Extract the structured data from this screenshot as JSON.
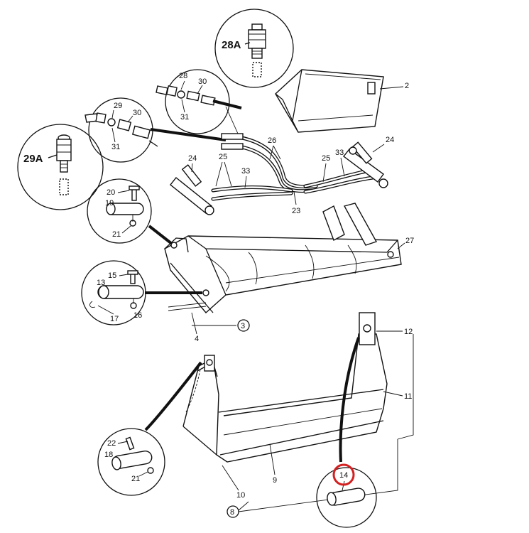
{
  "callouts": {
    "c28A": "28A",
    "c29A": "29A",
    "c2": "2",
    "c28": "28",
    "c30a": "30",
    "c31a": "31",
    "c29": "29",
    "c30b": "30",
    "c31b": "31",
    "c26": "26",
    "c24a": "24",
    "c24b": "24",
    "c25a": "25",
    "c25b": "25",
    "c33a": "33",
    "c33b": "33",
    "c23": "23",
    "c20": "20",
    "c19": "19",
    "c21a": "21",
    "c27": "27",
    "c15": "15",
    "c13": "13",
    "c16": "16",
    "c17": "17",
    "c3": "3",
    "c4": "4",
    "c12": "12",
    "c11": "11",
    "c22": "22",
    "c18": "18",
    "c21b": "21",
    "c9": "9",
    "c10": "10",
    "c8": "8",
    "c14": "14"
  },
  "highlight": {
    "target": "14",
    "color": "#d42020"
  }
}
